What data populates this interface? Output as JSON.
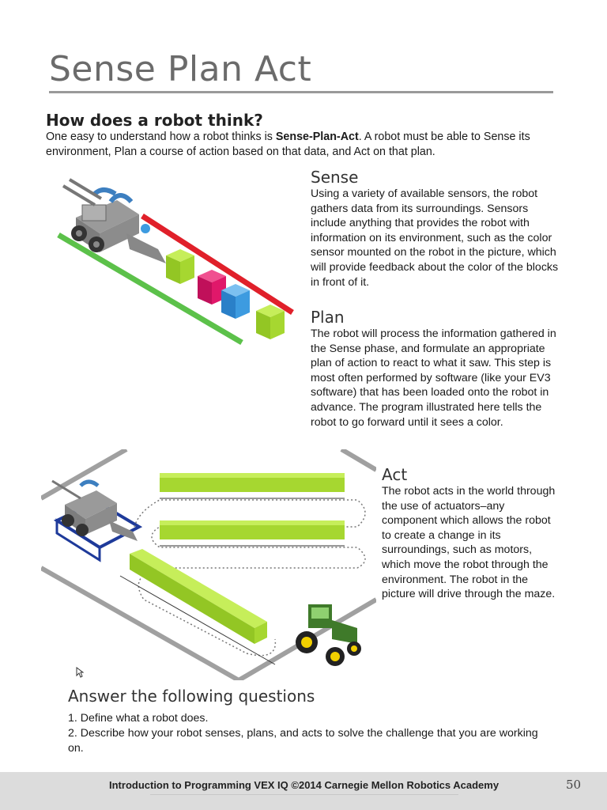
{
  "title": "Sense Plan Act",
  "subtitle": "How does a robot think?",
  "intro": {
    "before": "One easy to understand how a robot thinks is ",
    "bold": "Sense-Plan-Act",
    "after": ". A robot must be able to Sense its environment, Plan a course of action based on that data, and Act on that plan."
  },
  "sections": [
    {
      "heading": "Sense",
      "body": "Using a variety of available sensors, the robot gathers data from its surroundings. Sensors include anything that provides the robot with information on its environment, such as the color sensor mounted on the robot in the picture, which will provide feedback about the color of the blocks in front of it."
    },
    {
      "heading": "Plan",
      "body": "The robot will process the information gathered in the Sense phase, and formulate an appropriate plan of action to react to what it saw. This step is most often performed by software (like your EV3 software) that has been loaded onto the robot in advance. The program illustrated here tells the robot to go forward until it sees a color."
    },
    {
      "heading": "Act",
      "body": "The robot acts in the world through the use of actuators–any component which allows the robot to create a change in its surroundings, such as motors, which move the robot through the environment. The robot in the picture will drive through the maze."
    }
  ],
  "questions": {
    "heading": "Answer the following questions",
    "items": [
      "1. Define what a robot does.",
      "2. Describe how your robot senses, plans, and acts to solve the challenge that you are working on."
    ]
  },
  "footer": {
    "text": "Introduction to Programming VEX IQ ©2014 Carnegie Mellon Robotics Academy",
    "page": "50"
  },
  "colors": {
    "green_line": "#5cc14a",
    "red_line": "#e0202a",
    "block_green": "#a6d730",
    "block_pink": "#e0186a",
    "block_blue": "#3d9be0",
    "maze_blue": "#1e3a9a",
    "tractor_green": "#3f7a2a",
    "tractor_yellow": "#f2d000"
  }
}
